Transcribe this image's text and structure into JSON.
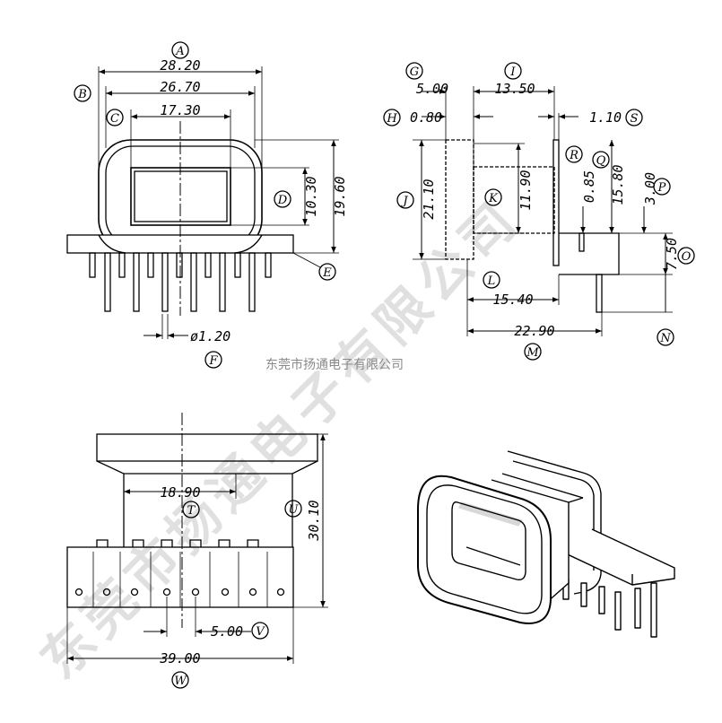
{
  "watermark": {
    "small": "东莞市扬通电子有限公司",
    "big": [
      "东",
      "莞",
      "市",
      "扬",
      "通",
      "电",
      "子",
      "有",
      "限",
      "公",
      "司"
    ]
  },
  "front_view": {
    "A": {
      "label": "A",
      "value": "28.20"
    },
    "B": {
      "label": "B",
      "value": "26.70"
    },
    "C": {
      "label": "C",
      "value": "17.30"
    },
    "D": {
      "label": "D",
      "value": "10.30"
    },
    "E": {
      "label": "E",
      "value": "19.60"
    },
    "F": {
      "label": "F",
      "value": "ø1.20"
    }
  },
  "side_view": {
    "G": {
      "label": "G",
      "value": "5.00"
    },
    "H": {
      "label": "H",
      "value": "0.80"
    },
    "I": {
      "label": "I",
      "value": "13.50"
    },
    "S": {
      "label": "S",
      "value": "1.10"
    },
    "J": {
      "label": "J",
      "value": "21.10"
    },
    "K": {
      "label": "K",
      "value": "11.90"
    },
    "R": {
      "label": "R",
      "value": "0.85"
    },
    "Q": {
      "label": "Q",
      "value": "15.80"
    },
    "P": {
      "label": "P",
      "value": "3.00"
    },
    "O": {
      "label": "O",
      "value": "7.50"
    },
    "L": {
      "label": "L",
      "value": "15.40"
    },
    "M": {
      "label": "M",
      "value": "22.90"
    },
    "N": {
      "label": "N",
      "value": ""
    }
  },
  "bottom_view": {
    "T": {
      "label": "T",
      "value": "18.90"
    },
    "U": {
      "label": "U",
      "value": "30.10"
    },
    "V": {
      "label": "V",
      "value": "5.00"
    },
    "W": {
      "label": "W",
      "value": "39.00"
    }
  }
}
